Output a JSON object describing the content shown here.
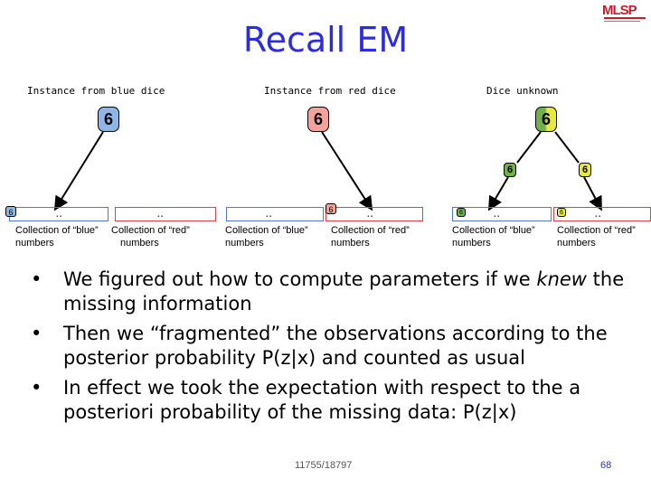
{
  "slide": {
    "title": "Recall EM",
    "logo_text": "MLSP",
    "labels": {
      "blue_instance": "Instance from blue dice",
      "red_instance": "Instance from red dice",
      "unknown": "Dice unknown"
    },
    "dice_value": "6",
    "collection_labels": {
      "blue_line1": "Collection of “blue”",
      "red_line1": "Collection of “red”",
      "line2": "numbers",
      "blue_full": "Collection of “blue”",
      "red_full_truncated": "Collection of “red”"
    },
    "bullets": [
      {
        "pre": "We figured out how to compute parameters if we ",
        "em": "knew",
        "post": " the missing information"
      },
      {
        "pre": "Then we “fragmented” the observations according to the posterior probability P(z|x) and counted as usual",
        "em": "",
        "post": ""
      },
      {
        "pre": "In effect we took the expectation with respect to the a posteriori probability of the missing data:  P(z|x)",
        "em": "",
        "post": ""
      }
    ],
    "bullet_mark": "•",
    "footer": "11755/18797",
    "page_number": "68",
    "colors": {
      "title": "#2b2be0",
      "blue_die": "#8fb7e6",
      "red_die": "#f3a39c",
      "green_die": "#6fb24a",
      "yellow_die": "#e9e93c"
    }
  }
}
